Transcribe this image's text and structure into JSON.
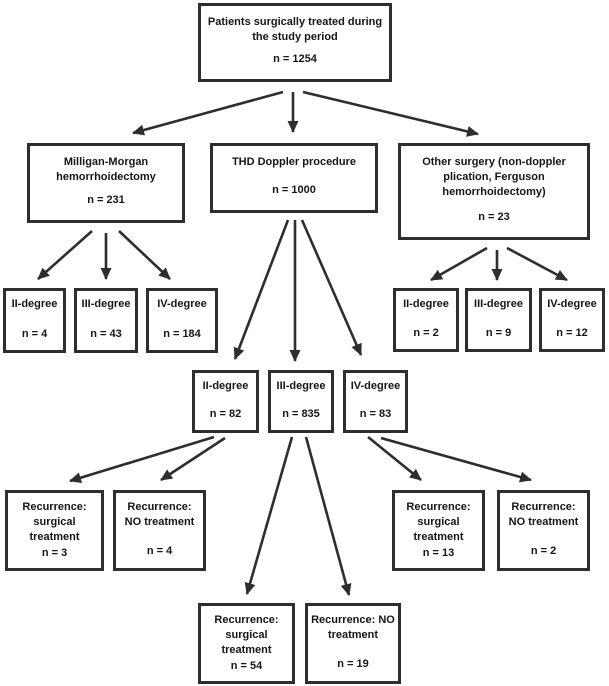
{
  "figure": {
    "background_color": "#ffffff",
    "box_border_color": "#2e2e2e",
    "text_color": "#161616",
    "arrow_color": "#2e2e2e"
  },
  "nodes": {
    "root": {
      "label": "Patients surgically treated during the study period",
      "n": "n = 1254"
    },
    "mm": {
      "label": "Milligan-Morgan hemorrhoidectomy",
      "n": "n = 231"
    },
    "thd": {
      "label": "THD Doppler procedure",
      "n": "n = 1000"
    },
    "other": {
      "label": "Other surgery (non-doppler plication, Ferguson hemorrhoidectomy)",
      "n": "n = 23"
    },
    "mm_deg2": {
      "label": "II-degree",
      "n": "n = 4"
    },
    "mm_deg3": {
      "label": "III-degree",
      "n": "n = 43"
    },
    "mm_deg4": {
      "label": "IV-degree",
      "n": "n = 184"
    },
    "thd_deg2": {
      "label": "II-degree",
      "n": "n = 82"
    },
    "thd_deg3": {
      "label": "III-degree",
      "n": "n = 835"
    },
    "thd_deg4": {
      "label": "IV-degree",
      "n": "n = 83"
    },
    "other_deg2": {
      "label": "II-degree",
      "n": "n = 2"
    },
    "other_deg3": {
      "label": "III-degree",
      "n": "n = 9"
    },
    "other_deg4": {
      "label": "IV-degree",
      "n": "n = 12"
    },
    "rec_deg2_surgical": {
      "label": "Recurrence: surgical treatment",
      "n": "n = 3"
    },
    "rec_deg2_none": {
      "label": "Recurrence: NO treatment",
      "n": "n = 4"
    },
    "rec_deg3_surgical": {
      "label": "Recurrence: surgical treatment",
      "n": "n = 54"
    },
    "rec_deg3_none": {
      "label": "Recurrence: NO treatment",
      "n": "n = 19"
    },
    "rec_deg4_surgical": {
      "label": "Recurrence: surgical treatment",
      "n": "n = 13"
    },
    "rec_deg4_none": {
      "label": "Recurrence: NO treatment",
      "n": "n = 2"
    }
  }
}
